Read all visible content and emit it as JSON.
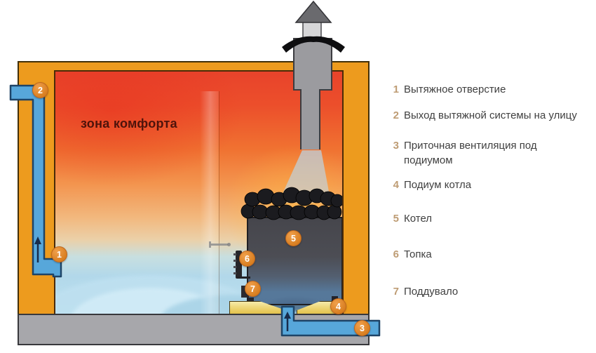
{
  "scheme": {
    "comfort_zone_label": "зона комфорта"
  },
  "legend": {
    "items": [
      {
        "num": "1",
        "label": "Вытяжное отверстие"
      },
      {
        "num": "2",
        "label": "Выход вытяжной системы на улицу"
      },
      {
        "num": "3",
        "label": "Приточная вентиляция под\nподиумом"
      },
      {
        "num": "4",
        "label": "Подиум котла"
      },
      {
        "num": "5",
        "label": "Котел"
      },
      {
        "num": "6",
        "label": "Топка"
      },
      {
        "num": "7",
        "label": "Поддувало"
      }
    ]
  },
  "colors": {
    "wall": "#ED9B1E",
    "heat_top": "#E8432B",
    "cool_bottom": "#B7DCEE",
    "pipe": "#57A7DA",
    "pipe_border": "#1E4467",
    "floor": "#A7A7AB",
    "podium": "#ECD26B",
    "stove_top": "#46464C",
    "stove_bottom": "#55779A",
    "badge": "#DD8930",
    "legend_number": "#BE9C74",
    "legend_text": "#3F3F3F"
  }
}
